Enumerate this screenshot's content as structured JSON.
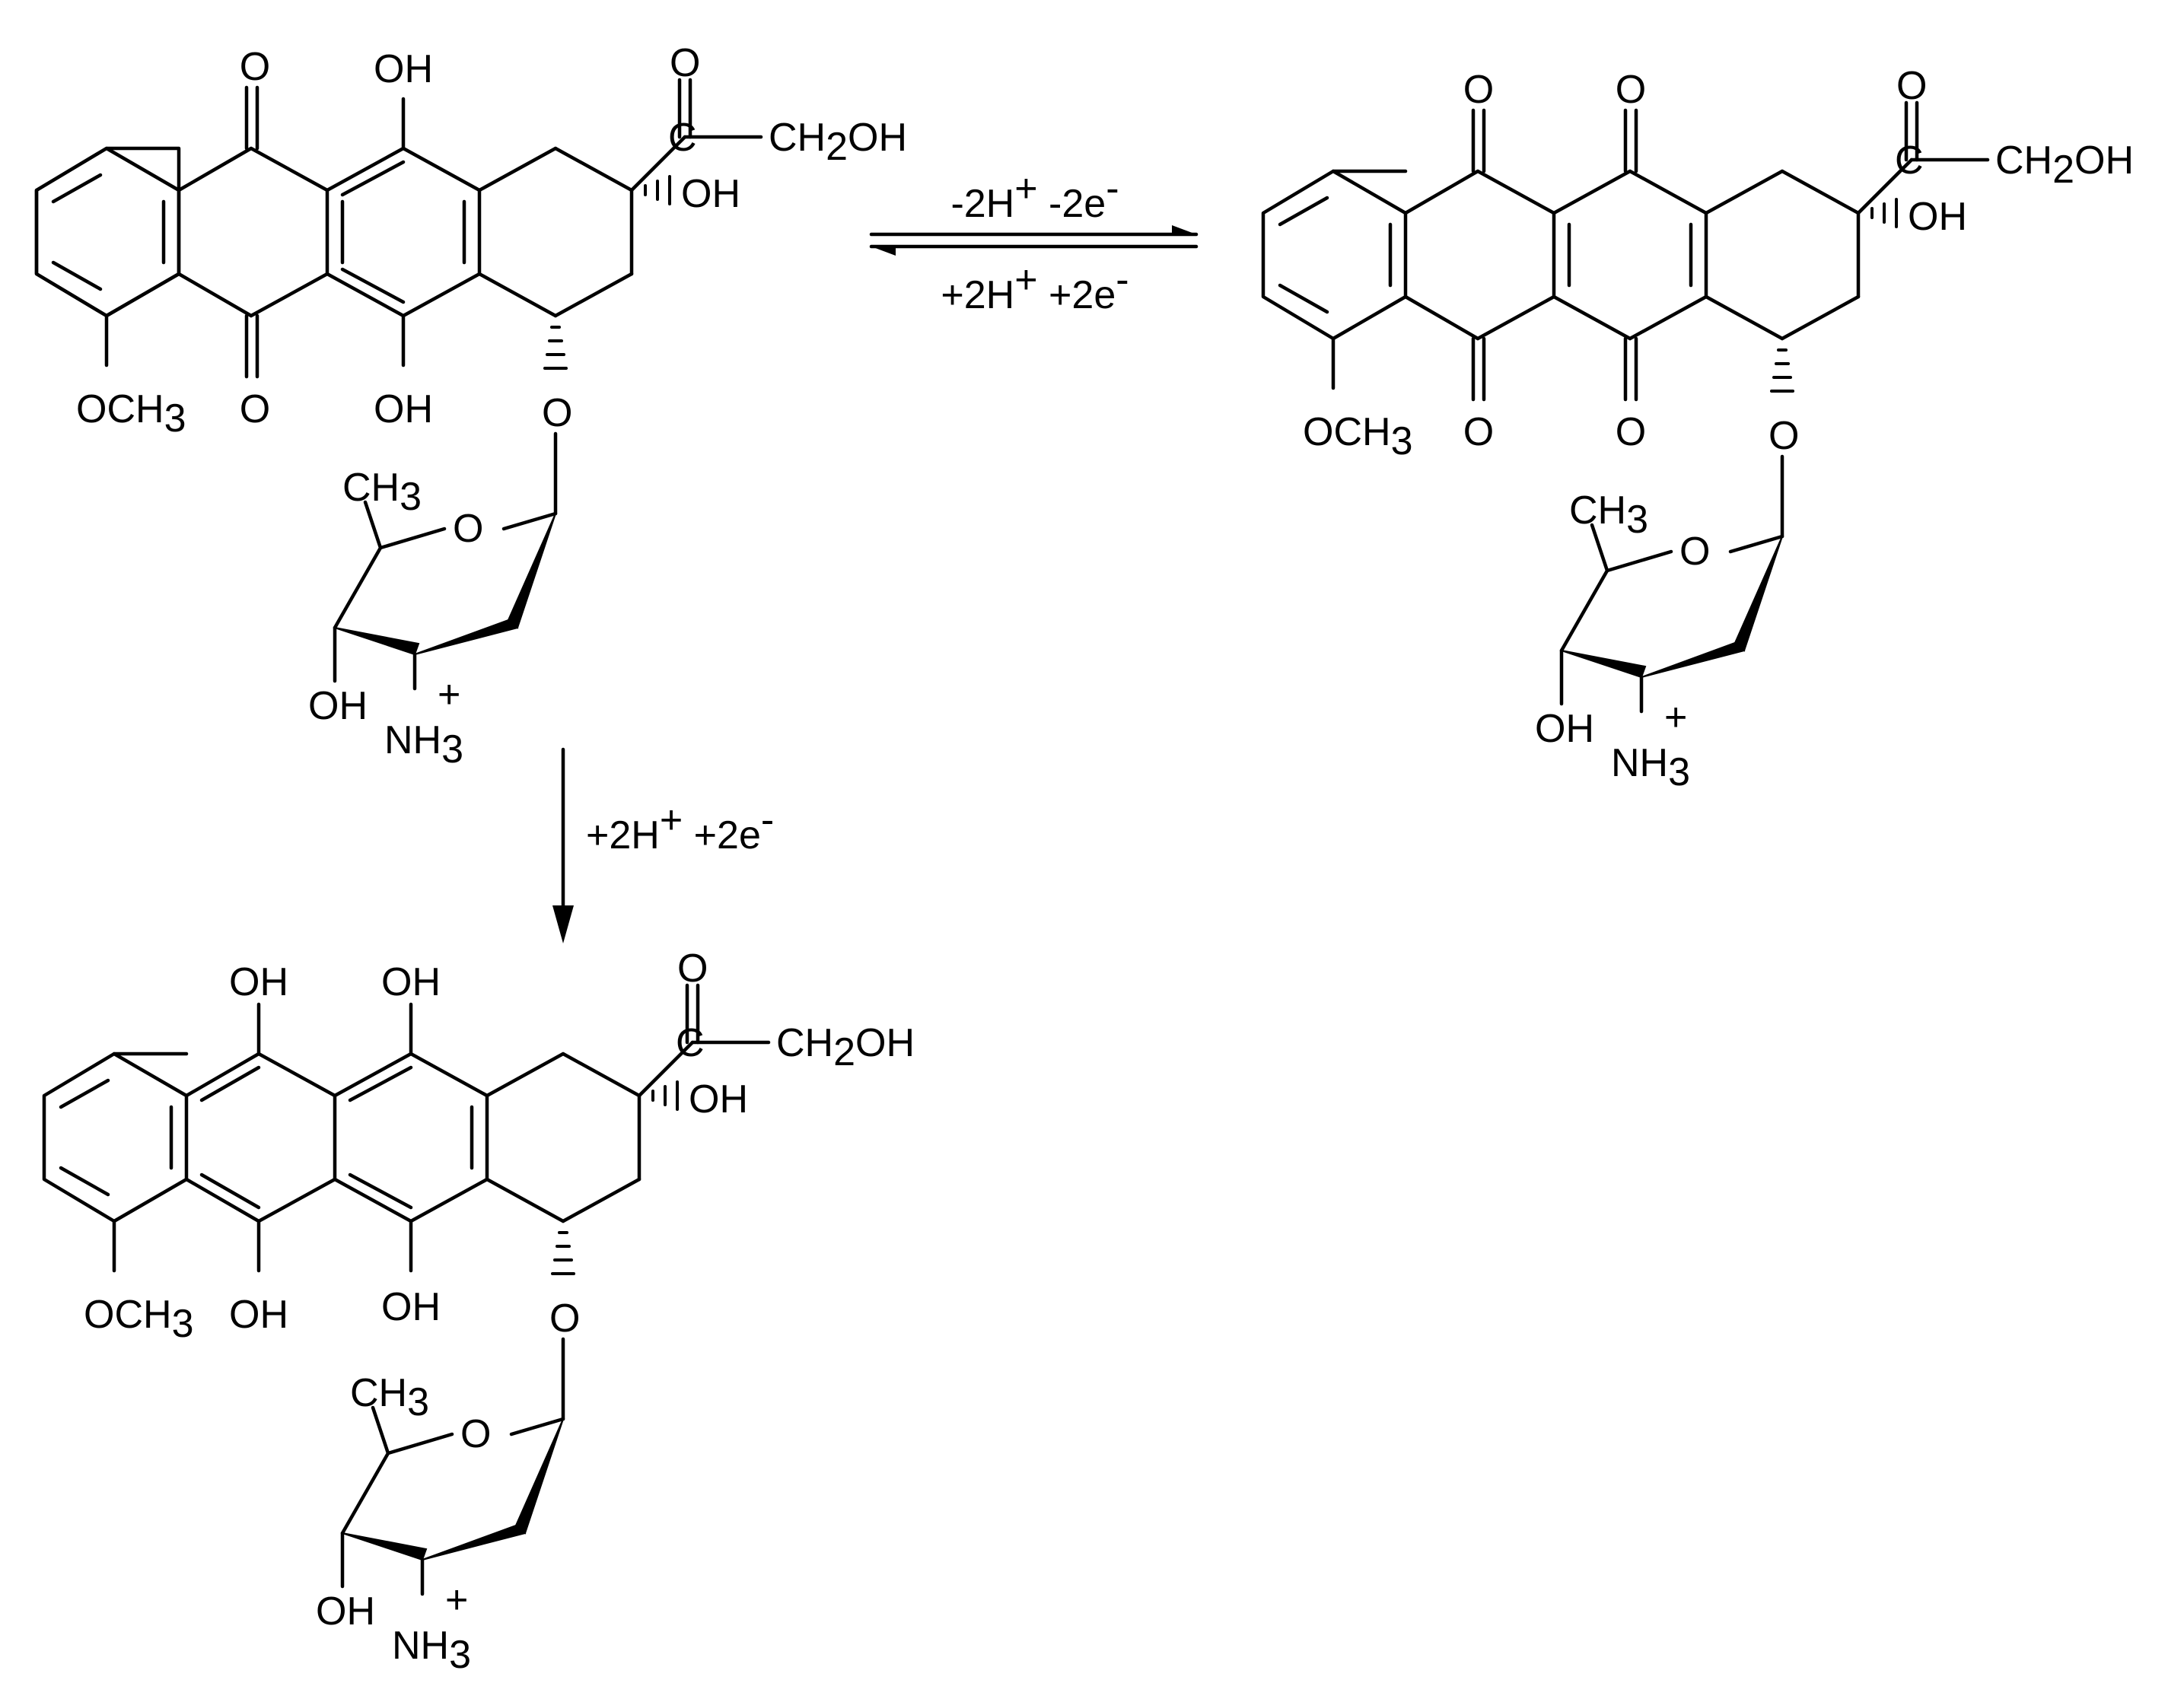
{
  "molecules": [
    {
      "id": "hydroquinone",
      "labels": {
        "top_left_o": "O",
        "top_right_oh": "OH",
        "bottom_left_o": "O",
        "bottom_right_oh": "OH",
        "methoxy": "OCH",
        "methoxy_sub": "3",
        "ketone_o": "O",
        "ketone_c": "C",
        "ch2oh_ch": "CH",
        "ch2oh_sub": "2",
        "ch2oh_oh": "OH",
        "c9_oh": "OH",
        "glycosidic_o": "O",
        "sugar_ring_o": "O",
        "sugar_ch3": "CH",
        "sugar_ch3_sub": "3",
        "sugar_oh": "OH",
        "sugar_nh": "NH",
        "sugar_nh_sub": "3",
        "sugar_plus": "+"
      }
    },
    {
      "id": "quinone",
      "labels": {
        "o1": "O",
        "o2": "O",
        "o3": "O",
        "o4": "O",
        "methoxy": "OCH",
        "methoxy_sub": "3",
        "ketone_o": "O",
        "ketone_c": "C",
        "ch2oh_ch": "CH",
        "ch2oh_sub": "2",
        "ch2oh_oh": "OH",
        "c9_oh": "OH",
        "glycosidic_o": "O",
        "sugar_ring_o": "O",
        "sugar_ch3": "CH",
        "sugar_ch3_sub": "3",
        "sugar_oh": "OH",
        "sugar_nh": "NH",
        "sugar_nh_sub": "3",
        "sugar_plus": "+"
      }
    },
    {
      "id": "leuco",
      "labels": {
        "oh1": "OH",
        "oh2": "OH",
        "oh3": "OH",
        "oh4": "OH",
        "methoxy": "OCH",
        "methoxy_sub": "3",
        "ketone_o": "O",
        "ketone_c": "C",
        "ch2oh_ch": "CH",
        "ch2oh_sub": "2",
        "ch2oh_oh": "OH",
        "c9_oh": "OH",
        "glycosidic_o": "O",
        "sugar_ring_o": "O",
        "sugar_ch3": "CH",
        "sugar_ch3_sub": "3",
        "sugar_oh": "OH",
        "sugar_nh": "NH",
        "sugar_nh_sub": "3",
        "sugar_plus": "+"
      }
    }
  ],
  "arrows": {
    "forward": {
      "h": "-2H",
      "h_sup": "+",
      "e": " -2e",
      "e_sup": "-"
    },
    "reverse": {
      "h": "+2H",
      "h_sup": "+",
      "e": " +2e",
      "e_sup": "-"
    },
    "down": {
      "h": "+2H",
      "h_sup": "+",
      "e": " +2e",
      "e_sup": "-"
    }
  }
}
